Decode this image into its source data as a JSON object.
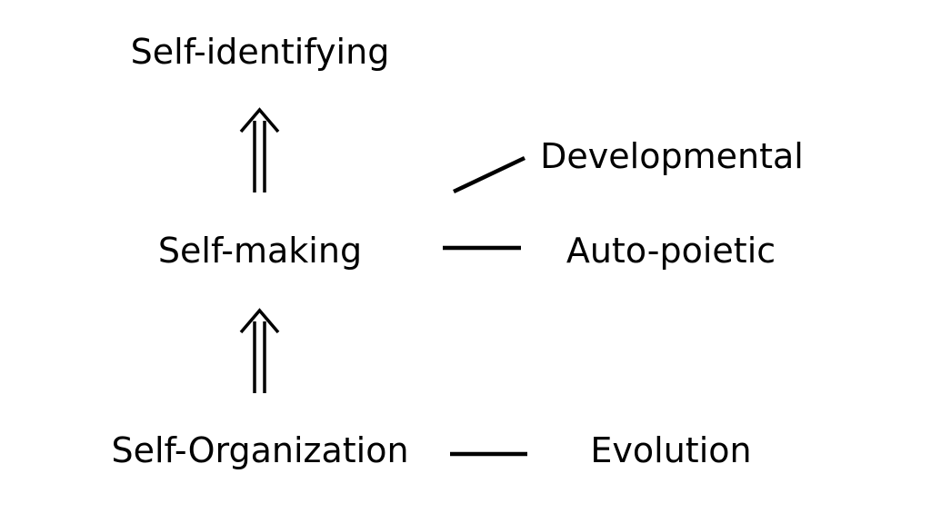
{
  "diagram": {
    "levels": {
      "top": "Self-identifying",
      "middle": "Self-making",
      "bottom": "Self-Organization"
    },
    "related": {
      "developmental": "Developmental",
      "autopoietic": "Auto-poietic",
      "evolution": "Evolution"
    },
    "colors": {
      "ink": "#000000",
      "background": "#ffffff"
    },
    "icons": {
      "arrow": "double-up-arrow",
      "connector": "line"
    }
  }
}
